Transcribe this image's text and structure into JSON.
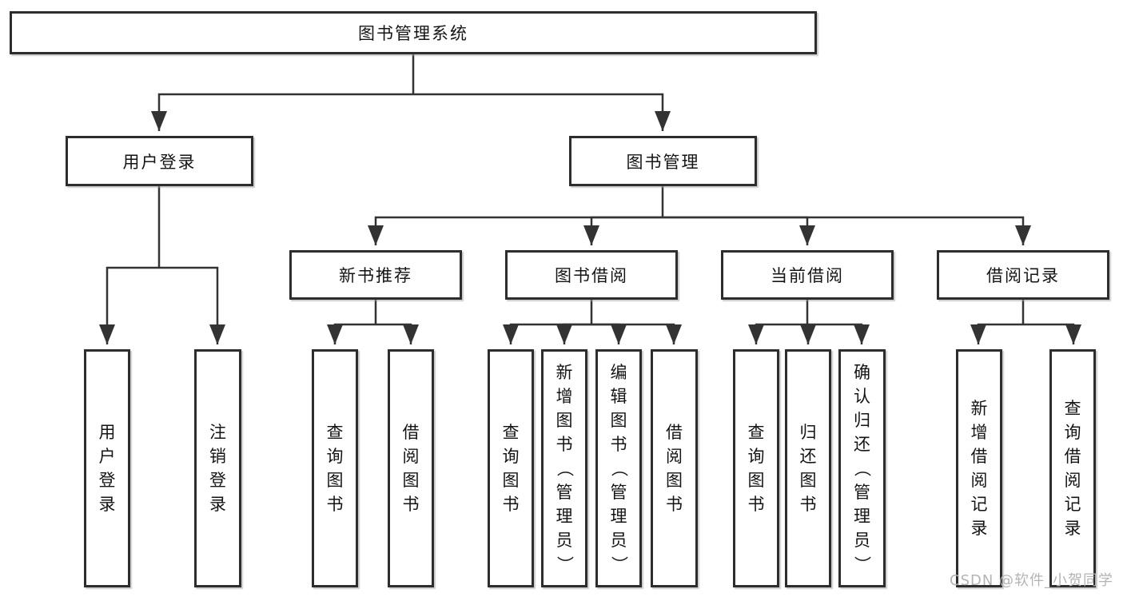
{
  "diagram": {
    "nodes": {
      "root": "图书管理系统",
      "userLogin": "用户登录",
      "bookManagement": "图书管理",
      "newBookRecommend": "新书推荐",
      "bookBorrow": "图书借阅",
      "currentBorrow": "当前借阅",
      "borrowRecords": "借阅记录",
      "leafUserLogin": "用户登录",
      "leafLogout": "注销登录",
      "leafRecQuery": "查询图书",
      "leafRecBorrow": "借阅图书",
      "leafBbQuery": "查询图书",
      "leafBbAdd": "新增图书（管理员）",
      "leafBbEdit": "编辑图书（管理员）",
      "leafBbBorrow": "借阅图书",
      "leafCbQuery": "查询图书",
      "leafCbReturn": "归还图书",
      "leafCbConfirm": "确认归还（管理员）",
      "leafBrAdd": "新增借阅记录",
      "leafBrQuery": "查询借阅记录"
    },
    "colors": {
      "line": "#333333",
      "border": "#2d2d2d",
      "text": "#141414",
      "background": "#ffffff",
      "watermark": "#b4b4b4"
    }
  },
  "watermark": "CSDN @软件_小贺同学"
}
